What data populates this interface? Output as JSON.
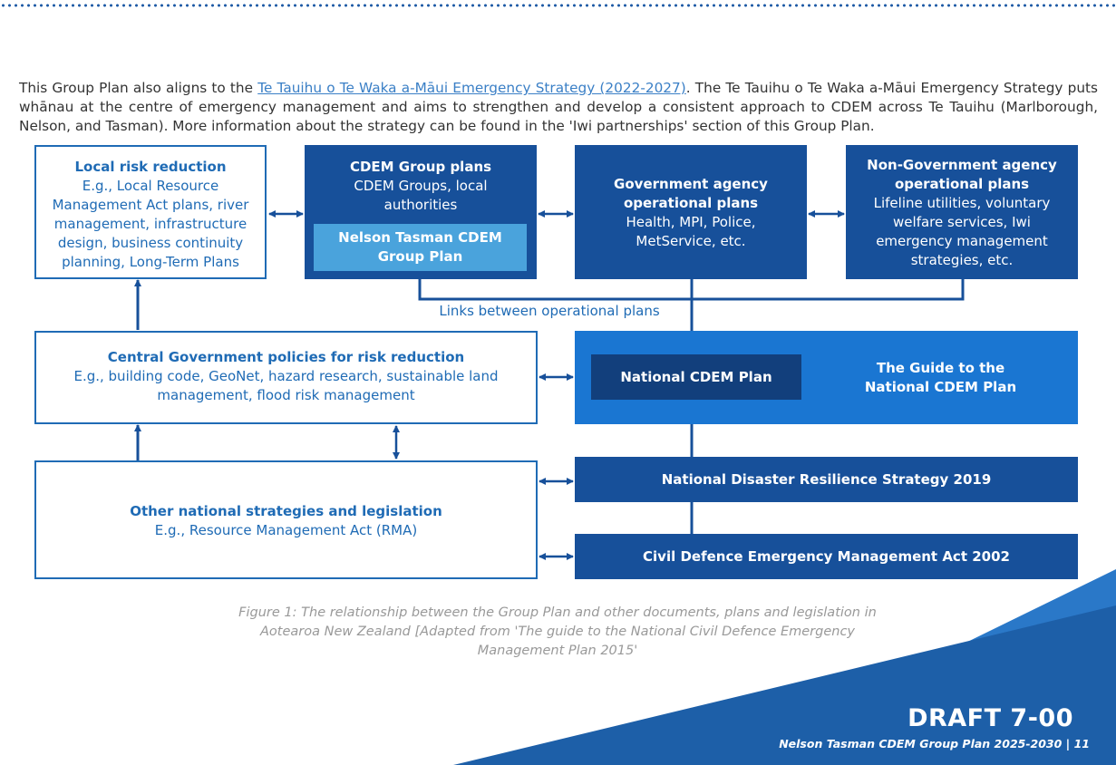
{
  "intro": {
    "pre": "This Group Plan also aligns to the ",
    "link": "Te Tauihu o Te Waka a-Māui Emergency Strategy (2022-2027)",
    "post": ". The Te Tauihu o Te Waka a-Māui Emergency Strategy puts whānau at the centre of emergency management and aims to strengthen and develop a consistent approach to CDEM across Te Tauihu (Marlborough, Nelson, and Tasman). More information about the strategy can be found in the 'Iwi partnerships' section of this Group Plan."
  },
  "diagram": {
    "local_risk": {
      "title": "Local risk reduction",
      "desc": "E.g., Local Resource Management Act plans, river management, infrastructure design, business continuity planning, Long-Term Plans"
    },
    "cdem_group": {
      "title": "CDEM Group plans",
      "desc": "CDEM Groups, local authorities",
      "inner": "Nelson Tasman CDEM Group Plan"
    },
    "gov_agency": {
      "title": "Government agency operational plans",
      "desc": "Health, MPI, Police, MetService, etc."
    },
    "nongov_agency": {
      "title": "Non-Government agency operational plans",
      "desc": "Lifeline utilities, voluntary welfare services, Iwi emergency management strategies, etc."
    },
    "links_label": "Links between operational plans",
    "central_gov": {
      "title": "Central Government policies for risk reduction",
      "desc": "E.g., building code, GeoNet, hazard research, sustainable land management, flood risk management"
    },
    "national_cdem": "National CDEM Plan",
    "guide": "The Guide to the National CDEM Plan",
    "other_national": {
      "title": "Other national strategies and legislation",
      "desc": "E.g., Resource Management Act (RMA)"
    },
    "ndrs": "National Disaster Resilience Strategy 2019",
    "cdem_act": "Civil Defence Emergency Management Act 2002"
  },
  "caption": "Figure 1: The relationship between the Group Plan and other documents, plans and legislation in Aotearoa New Zealand [Adapted from 'The guide to the National Civil Defence Emergency Management Plan 2015'",
  "draft": "DRAFT 7-00",
  "footer": "Nelson Tasman CDEM Group Plan 2025-2030 | 11",
  "colors": {
    "dark_blue": "#17509a",
    "bright_blue": "#1a76d2",
    "light_blue": "#4aa3dc",
    "footer_blue": "#1d5fa8"
  }
}
